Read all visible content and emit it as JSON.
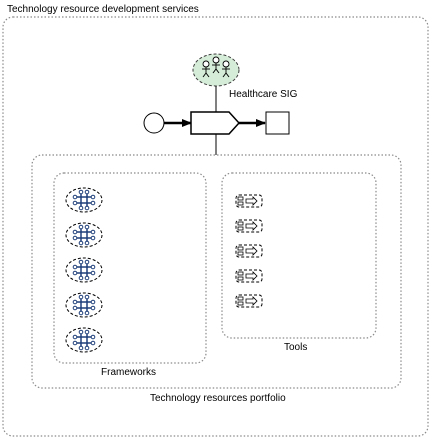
{
  "outer_group": {
    "label": "Technology resource development services"
  },
  "role": {
    "label": "Healthcare SIG",
    "icon": "group-of-people-icon"
  },
  "process": {
    "start": "start-event-circle",
    "activity": "process-step-arrow-box",
    "end": "end-state-square"
  },
  "portfolio": {
    "label": "Technology resources portfolio",
    "frameworks": {
      "label": "Frameworks",
      "item_icon": "framework-network-icon",
      "count": 5
    },
    "tools": {
      "label": "Tools",
      "item_icon": "tool-component-icon",
      "count": 5
    }
  },
  "colors": {
    "role_fill": "#d5ecd8",
    "framework_node": "#1f3f7a",
    "line": "#000000",
    "dotted_border": "#8a8a8a"
  }
}
